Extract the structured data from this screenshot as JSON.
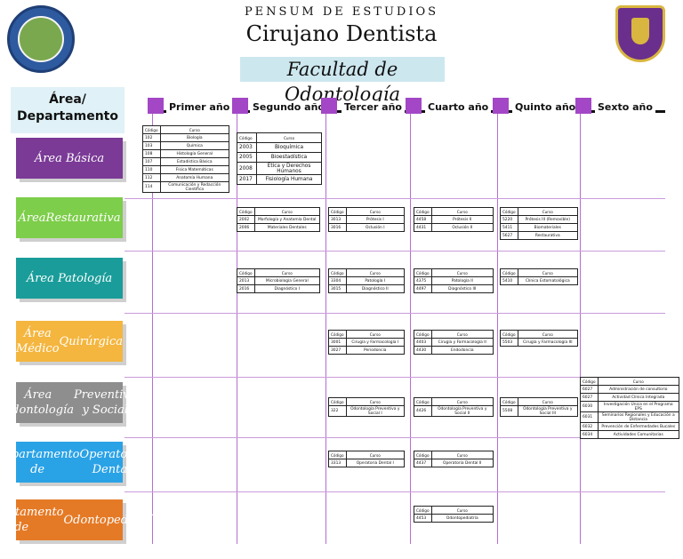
{
  "header": {
    "supertitle": "PENSUM DE ESTUDIOS",
    "title": "Cirujano Dentista",
    "subtitle": "Facultad de Odontología"
  },
  "area_header": {
    "line1": "Área/",
    "line2": "Departamento"
  },
  "years": [
    "Primer año",
    "Segundo año",
    "Tercer año",
    "Cuarto año",
    "Quinto año",
    "Sexto año"
  ],
  "areas": [
    {
      "line1": "Área Básica",
      "line2": "",
      "color": "#7a3a96"
    },
    {
      "line1": "Área",
      "line2": "Restaurativa",
      "color": "#7dce4a"
    },
    {
      "line1": "Área Patología",
      "line2": "",
      "color": "#1a9d9a"
    },
    {
      "line1": "Área Médico",
      "line2": "Quirúrgica",
      "color": "#f4b63f"
    },
    {
      "line1": "Área Odontología",
      "line2": "Preventiva y Social",
      "color": "#8e8e8e"
    },
    {
      "line1": "Departamento de",
      "line2": "Operatoria Dental",
      "color": "#2aa2e6"
    },
    {
      "line1": "Departamento de",
      "line2": "Odontopediatría",
      "color": "#e57a26"
    }
  ],
  "tables": {
    "basica_y1": {
      "head": [
        "Código",
        "Curso"
      ],
      "rows": [
        [
          "102",
          "Biología"
        ],
        [
          "103",
          "Química"
        ],
        [
          "108",
          "Histología General"
        ],
        [
          "107",
          "Estadística Básica"
        ],
        [
          "110",
          "Física Matemáticas"
        ],
        [
          "112",
          "Anatomía Humana"
        ],
        [
          "114",
          "Comunicación y Redacción Científica"
        ]
      ]
    },
    "basica_y2": {
      "head": [
        "Código",
        "Curso"
      ],
      "rows": [
        [
          "2003",
          "Bioquímica"
        ],
        [
          "2005",
          "Bioestadística"
        ],
        [
          "2008",
          "Ética y Derechos Humanos"
        ],
        [
          "2017",
          "Fisiología Humana"
        ]
      ]
    },
    "rest_y2": {
      "head": [
        "Código",
        "Curso"
      ],
      "rows": [
        [
          "2002",
          "Morfología y Anatomía Dental"
        ],
        [
          "2006",
          "Materiales Dentales"
        ]
      ]
    },
    "rest_y3": {
      "head": [
        "Código",
        "Curso"
      ],
      "rows": [
        [
          "3013",
          "Prótesis I"
        ],
        [
          "3016",
          "Oclusión I"
        ]
      ]
    },
    "rest_y4": {
      "head": [
        "Código",
        "Curso"
      ],
      "rows": [
        [
          "4458",
          "Prótesis II"
        ],
        [
          "4431",
          "Oclusión II"
        ]
      ]
    },
    "rest_y5": {
      "head": [
        "Código",
        "Curso"
      ],
      "rows": [
        [
          "5220",
          "Prótesis III (Removible)"
        ],
        [
          "5411",
          "Biomateriales"
        ],
        [
          "5627",
          "Restaurativa"
        ]
      ]
    },
    "pat_y2": {
      "head": [
        "Código",
        "Curso"
      ],
      "rows": [
        [
          "2013",
          "Microbiología General"
        ],
        [
          "2016",
          "Diagnóstico I"
        ]
      ]
    },
    "pat_y3": {
      "head": [
        "Código",
        "Curso"
      ],
      "rows": [
        [
          "3304",
          "Patología I"
        ],
        [
          "3015",
          "Diagnóstico II"
        ]
      ]
    },
    "pat_y4": {
      "head": [
        "Código",
        "Curso"
      ],
      "rows": [
        [
          "4375",
          "Patología II"
        ],
        [
          "4497",
          "Diagnóstico III"
        ]
      ]
    },
    "pat_y5": {
      "head": [
        "Código",
        "Curso"
      ],
      "rows": [
        [
          "5410",
          "Clínica Estomatológica"
        ]
      ]
    },
    "med_y3": {
      "head": [
        "Código",
        "Curso"
      ],
      "rows": [
        [
          "3001",
          "Cirugía y Farmacología I"
        ],
        [
          "3027",
          "Periodoncia"
        ]
      ]
    },
    "med_y4": {
      "head": [
        "Código",
        "Curso"
      ],
      "rows": [
        [
          "4403",
          "Cirugía y Farmacología II"
        ],
        [
          "4430",
          "Endodoncia"
        ]
      ]
    },
    "med_y5": {
      "head": [
        "Código",
        "Curso"
      ],
      "rows": [
        [
          "5503",
          "Cirugía y Farmacología III"
        ]
      ]
    },
    "prev_y3": {
      "head": [
        "Código",
        "Curso"
      ],
      "rows": [
        [
          "322",
          "Odontología Preventiva y Social I"
        ]
      ]
    },
    "prev_y4": {
      "head": [
        "Código",
        "Curso"
      ],
      "rows": [
        [
          "4426",
          "Odontología Preventiva y Social II"
        ]
      ]
    },
    "prev_y5": {
      "head": [
        "Código",
        "Curso"
      ],
      "rows": [
        [
          "5508",
          "Odontología Preventiva y Social III"
        ]
      ]
    },
    "prev_y6": {
      "head": [
        "Código",
        "Curso"
      ],
      "rows": [
        [
          "6027",
          "Administración de consultorio"
        ],
        [
          "6027",
          "Actividad Clínica Integrada"
        ],
        [
          "6030",
          "Investigación Única en el Programa EPS"
        ],
        [
          "6031",
          "Seminarios Regionales y Educación a Distancia"
        ],
        [
          "6032",
          "Prevención de Enfermedades Bucales"
        ],
        [
          "6034",
          "Actividades Comunitarias"
        ]
      ]
    },
    "oper_y3": {
      "head": [
        "Código",
        "Curso"
      ],
      "rows": [
        [
          "3313",
          "Operatoria Dental I"
        ]
      ]
    },
    "oper_y4": {
      "head": [
        "Código",
        "Curso"
      ],
      "rows": [
        [
          "4437",
          "Operatoria Dental II"
        ]
      ]
    },
    "pedia_y4": {
      "head": [
        "Código",
        "Curso"
      ],
      "rows": [
        [
          "4453",
          "Odontopediatría"
        ]
      ]
    }
  }
}
